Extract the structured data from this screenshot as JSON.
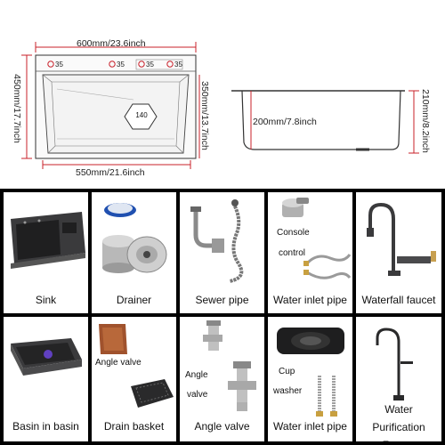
{
  "dimensions": {
    "top_width": "600mm/23.6inch",
    "left_height": "450mm/17.7inch",
    "inner_height": "350mm/13.7inch",
    "bottom_width": "550mm/21.6inch",
    "hole_label": "35",
    "drain_label": "140",
    "side_depth": "200mm/7.8inch",
    "side_height": "210mm/8.2inch"
  },
  "items": [
    {
      "caption": "Sink"
    },
    {
      "caption": "Drainer"
    },
    {
      "caption": "Sewer pipe"
    },
    {
      "caption": "Water inlet pipe",
      "labels": [
        "Console",
        "control"
      ]
    },
    {
      "caption": "Waterfall faucet"
    },
    {
      "caption": "Basin in basin"
    },
    {
      "caption": "Drain basket",
      "labels": [
        "Angle valve"
      ]
    },
    {
      "caption": "Angle valve",
      "labels": [
        "Angle",
        "valve"
      ]
    },
    {
      "caption": "Water inlet pipe",
      "labels": [
        "Cup",
        "washer"
      ]
    },
    {
      "caption": "Water Purification Faucet"
    }
  ],
  "colors": {
    "dimension_line": "#c8202a",
    "sink_dark": "#2e2e30",
    "grid_border": "#000000"
  }
}
